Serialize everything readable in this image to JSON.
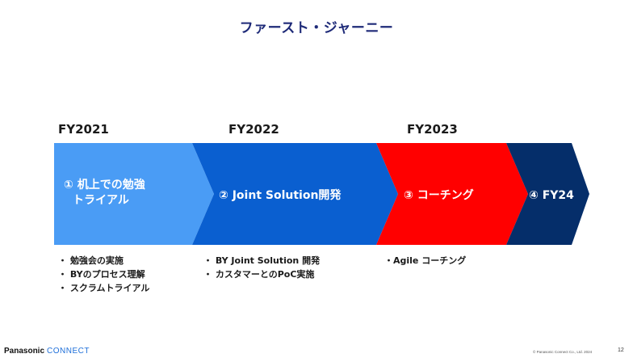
{
  "title": "ファースト・ジャーニー",
  "years": [
    "FY2021",
    "FY2022",
    "FY2023"
  ],
  "steps": [
    {
      "label_line1": "① 机上での勉強",
      "label_line2": "トライアル",
      "color": "#4a9cf5"
    },
    {
      "label": "② Joint Solution開発",
      "color": "#0a5fd0"
    },
    {
      "label": "③ コーチング",
      "color": "#ff0000"
    },
    {
      "label": "④ FY24",
      "color": "#052e6a"
    }
  ],
  "bullets": [
    [
      "勉強会の実施",
      "BYのプロセス理解",
      "スクラムトライアル"
    ],
    [
      "BY Joint Solution 開発",
      "カスタマーとのPoC実施"
    ],
    [
      "Agile コーチング"
    ]
  ],
  "footer": {
    "brand": "Panasonic",
    "connect": "CONNECT",
    "copyright": "© Panasonic Connect Co., Ltd. 2024",
    "page": "12"
  }
}
